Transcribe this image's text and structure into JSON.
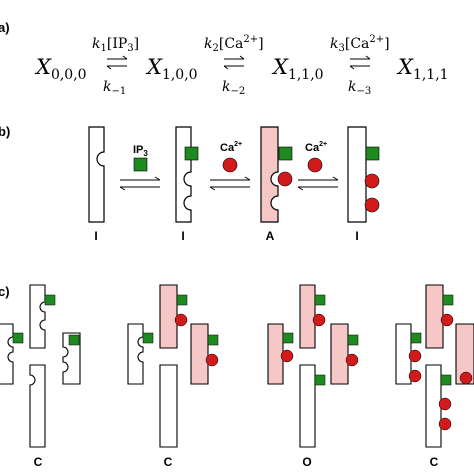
{
  "panels": {
    "a": {
      "label": "a)"
    },
    "b": {
      "label": "b)"
    },
    "c": {
      "label": "c)"
    }
  },
  "reaction_scheme": {
    "states": [
      {
        "base": "X",
        "subscript": "0,0,0"
      },
      {
        "base": "X",
        "subscript": "1,0,0"
      },
      {
        "base": "X",
        "subscript": "1,1,0"
      },
      {
        "base": "X",
        "subscript": "1,1,1"
      }
    ],
    "rates": [
      {
        "forward": "k",
        "forward_sub": "1",
        "forward_ligand": "[IP",
        "forward_ligand_sub": "3",
        "forward_ligand_close": "]",
        "backward": "k",
        "backward_sub": "−1"
      },
      {
        "forward": "k",
        "forward_sub": "2",
        "forward_ligand": "[Ca",
        "forward_ligand_sup": "2+",
        "forward_ligand_close": "]",
        "backward": "k",
        "backward_sub": "−2"
      },
      {
        "forward": "k",
        "forward_sub": "3",
        "forward_ligand": "[Ca",
        "forward_ligand_sup": "2+",
        "forward_ligand_close": "]",
        "backward": "k",
        "backward_sub": "−3"
      }
    ]
  },
  "subunit_states": {
    "ip3_label": "IP",
    "ip3_sub": "3",
    "ca_label": "Ca",
    "ca_sup": "2+",
    "state_labels": [
      "I",
      "I",
      "A",
      "I"
    ]
  },
  "channel_states": {
    "labels": [
      "C",
      "C",
      "O",
      "C"
    ]
  },
  "colors": {
    "ip3": "#1f8a1f",
    "calcium": "#d11a1a",
    "active_fill": "#f6c7c7",
    "outline": "#000000"
  }
}
